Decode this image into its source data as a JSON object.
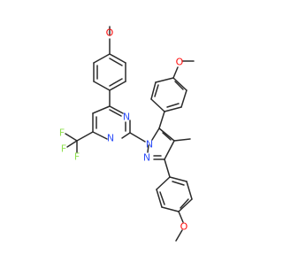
{
  "molecule": {
    "atom_labels": {
      "o_top_methoxy": "O",
      "o_upper_right_methoxy": "O",
      "o_bottom_methoxy": "O",
      "n_pyrimidine_top": "N",
      "n_pyrimidine_bottom": "N",
      "n_pyrazole_n1": "N",
      "n_pyrazole_n2": "N",
      "f_left": "F",
      "f_middle": "F",
      "f_bottom": "F"
    },
    "colors": {
      "bond": "#2b2b2b",
      "oxygen": "#ff0d0d",
      "nitrogen": "#3050f8",
      "fluorine": "#90e050",
      "background": "#ffffff"
    }
  }
}
